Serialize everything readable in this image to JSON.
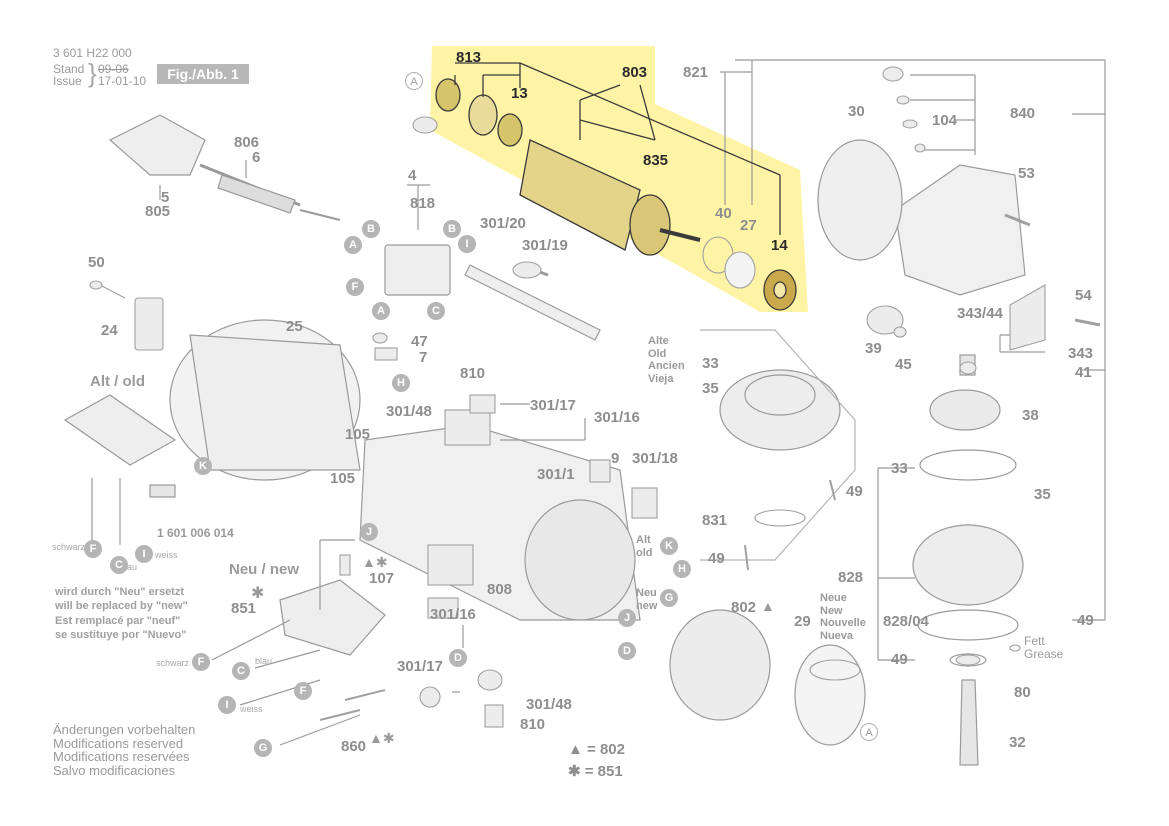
{
  "header": {
    "part_number": "3 601 H22 000",
    "stand_label": "Stand",
    "issue_label": "Issue",
    "stand_date": "09-06",
    "issue_date": "17-01-10",
    "figure_label": "Fig./Abb. 1"
  },
  "highlight_color": "#fff3a6",
  "callouts": {
    "n813": "813",
    "n803": "803",
    "n13": "13",
    "n835": "835",
    "n14": "14",
    "n821": "821",
    "n30": "30",
    "n840": "840",
    "n104": "104",
    "n53": "53",
    "n40": "40",
    "n27": "27",
    "n54": "54",
    "n343_44": "343/44",
    "n343": "343",
    "n39": "39",
    "n45": "45",
    "n41": "41",
    "n38": "38",
    "n806": "806",
    "n6": "6",
    "n5": "5",
    "n805": "805",
    "n4": "4",
    "n818": "818",
    "n301_20": "301/20",
    "n301_19": "301/19",
    "n50": "50",
    "n24": "24",
    "n25": "25",
    "n47": "47",
    "n7": "7",
    "n810": "810",
    "n301_17": "301/17",
    "n301_16": "301/16",
    "n301_48": "301/48",
    "n105a": "105",
    "n105b": "105",
    "n301_1": "301/1",
    "n9": "9",
    "n301_18": "301/18",
    "n33a": "33",
    "n35a": "35",
    "n49a": "49",
    "n831": "831",
    "n49b": "49",
    "n33b": "33",
    "n35b": "35",
    "n828": "828",
    "n828_04": "828/04",
    "n49c": "49",
    "n49d": "49",
    "n80": "80",
    "n32": "32",
    "n107": "107",
    "n851": "851",
    "n808": "808",
    "n802": "802",
    "n29": "29",
    "n301_16b": "301/16",
    "n301_17b": "301/17",
    "n301_48b": "301/48",
    "n810b": "810",
    "n860": "860",
    "order_no": "1 601 006 014"
  },
  "letters": {
    "A1": "A",
    "B1": "B",
    "A2": "A",
    "B2": "B",
    "I1": "I",
    "F1": "F",
    "A3": "A",
    "C1": "C",
    "H1": "H",
    "K1": "K",
    "F2": "F",
    "C2": "C",
    "I2": "I",
    "J1": "J",
    "F3": "F",
    "C3": "C",
    "I3": "I",
    "F4": "F",
    "G1": "G",
    "D1": "D",
    "K2": "K",
    "H2": "H",
    "G2": "G",
    "J2": "J",
    "D2": "D",
    "A4": "A"
  },
  "labels": {
    "alt_old": "Alt / old",
    "neu_new": "Neu / new",
    "alt_multi": [
      "Alte",
      "Old",
      "Ancien",
      "Vieja"
    ],
    "neue_multi": [
      "Neue",
      "New",
      "Nouvelle",
      "Nueva"
    ],
    "alt_old_small": [
      "Alt",
      "old"
    ],
    "neu_new_small": [
      "Neu",
      "new"
    ],
    "fett": "Fett",
    "grease": "Grease",
    "schwarz": "schwarz",
    "blau": "blau",
    "weiss": "weiss",
    "replaced_notes": [
      "wird durch \"Neu\" ersetzt",
      "will be replaced by \"new\"",
      "Est remplacé par \"neuf\"",
      "se sustituye por \"Nuevo\""
    ],
    "modifications": [
      "Änderungen vorbehalten",
      "Modifications reserved",
      "Modifications reservées",
      "Salvo modificaciones"
    ],
    "legend_triangle": "▲ = 802",
    "legend_star": "✱ = 851",
    "tri_star": "▲✱",
    "star": "✱",
    "tri": "▲"
  }
}
